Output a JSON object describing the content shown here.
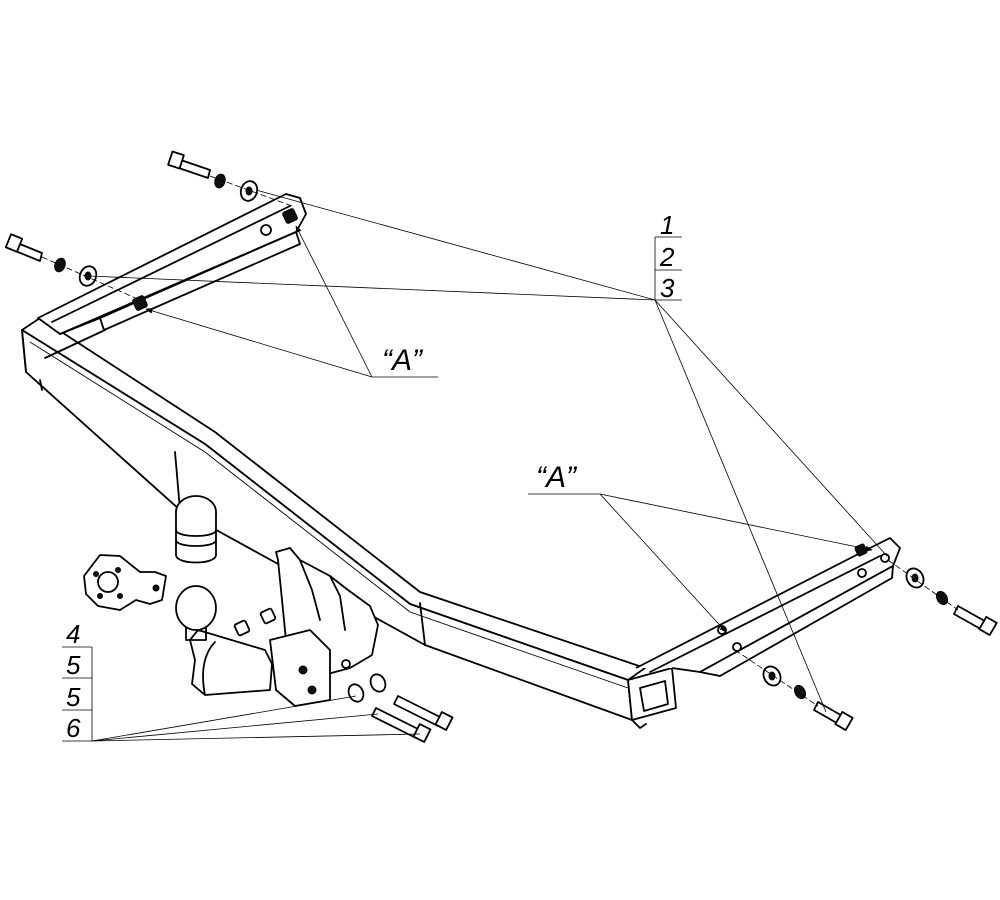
{
  "callouts": {
    "top_stack": [
      "1",
      "2",
      "3"
    ],
    "left_stack": [
      "4",
      "5",
      "5",
      "6"
    ],
    "view_a_left": "“A”",
    "view_a_right": "“A”"
  },
  "colors": {
    "ink": "#000000",
    "background": "#ffffff"
  }
}
